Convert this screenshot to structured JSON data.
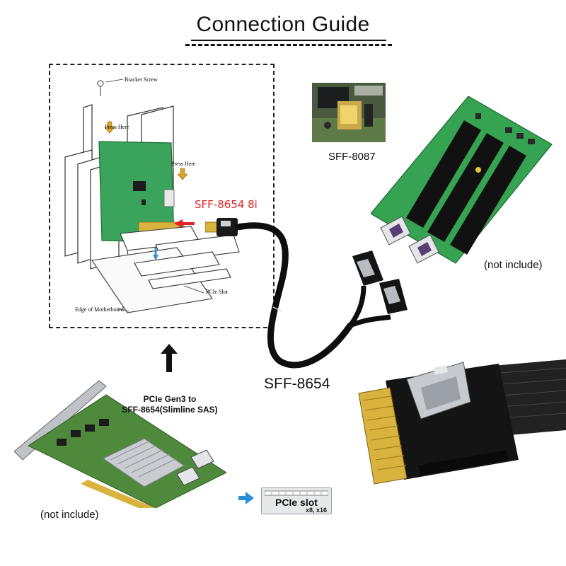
{
  "title": "Connection Guide",
  "install_diagram": {
    "bracket_screw": "Bracket Screw",
    "press_here_1": "Press Here",
    "press_here_2": "Press Here",
    "connector_label": "SFF-8654 8i",
    "pcie_slot": "PCIe Slot",
    "edge_of_motherboard": "Edge of Motherboard"
  },
  "sff8087_label": "SFF-8087",
  "backplane_note": "(not include)",
  "cable_label": "SFF-8654",
  "raid_card": {
    "title_line1": "PCIe Gen3 to",
    "title_line2": "SFF-8654(Slimline SAS)",
    "note": "(not include)"
  },
  "slot_badge": {
    "title": "PCIe slot",
    "subtitle": "x8, x16"
  },
  "colors": {
    "pcb_green": "#3aa35c",
    "label_red": "#e0262a",
    "cable_black": "#111111",
    "connector_gold": "#d9b33d",
    "arrow_blue": "#2a8fd6"
  }
}
